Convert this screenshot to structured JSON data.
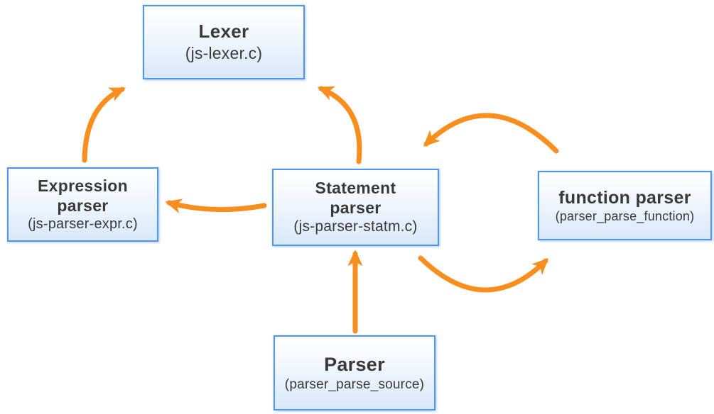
{
  "colors": {
    "arrow": "#F78E1E",
    "box_border": "#4E95EC",
    "box_fill_top": "#FFFFFF",
    "box_fill_bottom": "#D9E8F9",
    "text": "#3A3A3A"
  },
  "nodes": {
    "lexer": {
      "title": "Lexer",
      "subtitle": "(js-lexer.c)"
    },
    "expression": {
      "title1": "Expression",
      "title2": "parser",
      "subtitle": "(js-parser-expr.c)"
    },
    "statement": {
      "title1": "Statement",
      "title2": "parser",
      "subtitle": "(js-parser-statm.c)"
    },
    "function": {
      "title": "function parser",
      "subtitle": "(parser_parse_function)"
    },
    "parser": {
      "title": "Parser",
      "subtitle": "(parser_parse_source)"
    }
  },
  "edges": [
    {
      "from": "expression-parser",
      "to": "lexer"
    },
    {
      "from": "statement-parser",
      "to": "lexer"
    },
    {
      "from": "statement-parser",
      "to": "expression-parser"
    },
    {
      "from": "function-parser",
      "to": "statement-parser"
    },
    {
      "from": "statement-parser",
      "to": "function-parser"
    },
    {
      "from": "parser",
      "to": "statement-parser"
    }
  ]
}
